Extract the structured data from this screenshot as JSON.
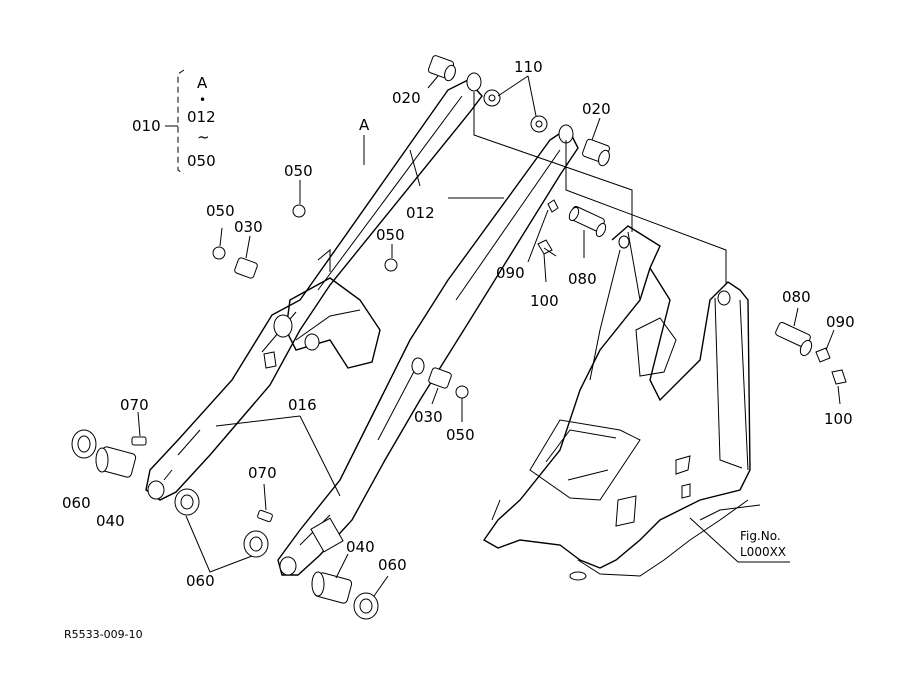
{
  "callouts": {
    "c010": "010",
    "bracketA": "A",
    "bracketDot": "•",
    "bracket012": "012",
    "bracketTilde": "~",
    "bracket050": "050",
    "A_main": "A",
    "c020_left": "020",
    "c110": "110",
    "c020_right": "020",
    "c050_upper": "050",
    "c012": "012",
    "c050_left": "050",
    "c030_left": "030",
    "c050_mid": "050",
    "c090_left": "090",
    "c080_left": "080",
    "c100_left": "100",
    "c080_right": "080",
    "c090_right": "090",
    "c100_right": "100",
    "c030_bottom": "030",
    "c050_bottom": "050",
    "c070_left": "070",
    "c016": "016",
    "c060_left": "060",
    "c040_left": "040",
    "c070_mid": "070",
    "c060_bottom": "060",
    "c040_bottom": "040",
    "c060_right": "060"
  },
  "figref": {
    "line1": "Fig.No.",
    "line2": "L000XX"
  },
  "drawing_code": "R5533-009-10"
}
